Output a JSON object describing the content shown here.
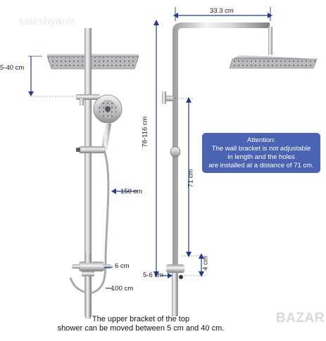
{
  "watermark": "salesbyanis",
  "brand_logo": "BAZAR",
  "labels": {
    "top_width": "33.3 cm",
    "upper_range": "5-40 cm",
    "total_height": "78-116 cm",
    "hole_distance": "71 cm",
    "hose_length": "150 cm",
    "pipe_offset": "6 cm",
    "lower_hose": "100 cm",
    "bottom_gap": "4 cm",
    "bottom_offset": "5-6 cm"
  },
  "note": {
    "title": "Attention:",
    "lines": [
      "The wall bracket is not adjustable",
      "in length and the holes",
      "are installed at a distance of 71 cm."
    ]
  },
  "caption": {
    "line1": "The upper bracket of the top",
    "line2": "shower can be moved between 5 cm and 40 cm."
  },
  "colors": {
    "dimension_line": "#1f3a8f",
    "note_background": "#4a63b3",
    "chrome_light": "#e9e9ea",
    "chrome_dark": "#8a8c90"
  }
}
